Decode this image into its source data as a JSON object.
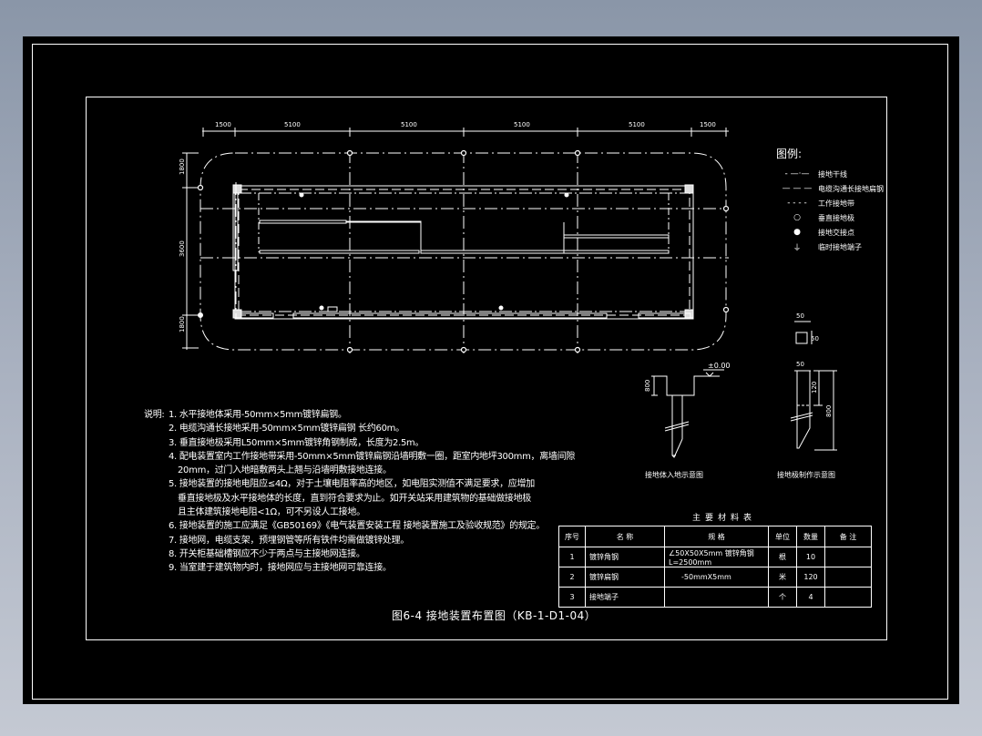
{
  "drawing": {
    "caption": "图6-4   接地装置布置图（KB-1-D1-04）",
    "top_dimensions": [
      "1500",
      "5100",
      "5100",
      "5100",
      "5100",
      "1500"
    ],
    "left_dimensions": [
      "1800",
      "3600",
      "1800"
    ],
    "elevation_label": "±0.00",
    "detail_a": {
      "dim": "800",
      "label": "接地体入地示意图"
    },
    "detail_b": {
      "dim_top_width": "50",
      "dim_top_height": "50",
      "dim_width": "50",
      "dim_tip": "120",
      "dim_total": "800",
      "label": "接地极制作示意图"
    }
  },
  "legend": {
    "title": "图例:",
    "items": [
      {
        "symbol": "- —·—",
        "label": "接地干线"
      },
      {
        "symbol": "— — —",
        "label": "电缆沟通长接地扁钢"
      },
      {
        "symbol": "- - - -",
        "label": "工作接地带"
      },
      {
        "symbol": "○",
        "label": "垂直接地极"
      },
      {
        "symbol": "●",
        "label": "接地交接点"
      },
      {
        "symbol": "⏚",
        "label": "临时接地端子"
      }
    ]
  },
  "notes": {
    "heading": "说明:",
    "items": [
      "1. 水平接地体采用-50mm×5mm镀锌扁钢。",
      "2. 电缆沟通长接地采用-50mm×5mm镀锌扁钢 长约60m。",
      "3. 垂直接地极采用L50mm×5mm镀锌角钢制成，长度为2.5m。",
      "4. 配电装置室内工作接地带采用-50mm×5mm镀锌扁钢沿墙明敷一圈，距室内地坪300mm，离墙间隙",
      "20mm，过门入地暗敷两头上翘与沿墙明敷接地连接。",
      "5. 接地装置的接地电阻应≤4Ω，对于土壤电阻率高的地区，如电阻实测值不满足要求，应增加",
      "垂直接地极及水平接地体的长度，直到符合要求为止。如开关站采用建筑物的基础做接地极",
      "且主体建筑接地电阻<1Ω，可不另设人工接地。",
      "6. 接地装置的施工应满足《GB50169》《电气装置安装工程 接地装置施工及验收规范》的规定。",
      "7. 接地网，电缆支架，预埋钢管等所有铁件均需做镀锌处理。",
      "8. 开关柜基础槽钢应不少于两点与主接地网连接。",
      "9. 当室建于建筑物内时，接地网应与主接地网可靠连接。"
    ]
  },
  "materials_table": {
    "title": "主要材料表",
    "headers": [
      "序号",
      "名  称",
      "规  格",
      "单位",
      "数量",
      "备 注"
    ],
    "rows": [
      [
        "1",
        "镀锌角钢",
        "∠50X50X5mm 镀锌角钢 L=2500mm",
        "根",
        "10",
        ""
      ],
      [
        "2",
        "镀锌扁钢",
        "-50mmX5mm",
        "米",
        "120",
        ""
      ],
      [
        "3",
        "接地端子",
        "",
        "个",
        "4",
        ""
      ]
    ]
  },
  "colors": {
    "background_top": "#8a96a8",
    "background_bottom": "#c4c9d3",
    "sheet": "#000000",
    "lines": "#ffffff"
  }
}
